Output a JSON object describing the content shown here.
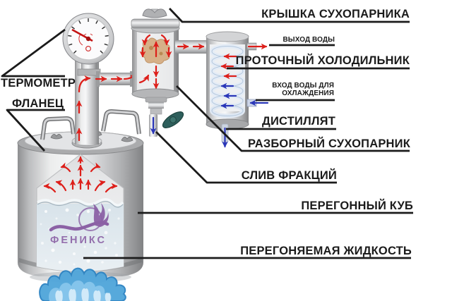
{
  "labels": {
    "lid_cap": "КРЫШКА СУХОПАРНИКА",
    "water_out": "ВЫХОД ВОДЫ",
    "flow_cooler": "ПРОТОЧНЫЙ ХОЛОДИЛЬНИК",
    "water_in_line1": "ВХОД ВОДЫ ДЛЯ",
    "water_in_line2": "ОХЛАЖДЕНИЯ",
    "distillate": "ДИСТИЛЛЯТ",
    "dry_steamer": "РАЗБОРНЫЙ СУХОПАРНИК",
    "fractions_drain": "СЛИВ ФРАКЦИЙ",
    "distillation_cube": "ПЕРЕГОННЫЙ КУБ",
    "distilled_liquid": "ПЕРЕГОНЯЕМАЯ ЖИДКОСТЬ",
    "thermometer": "ТЕРМОМЕТР",
    "flange": "ФЛАНЕЦ"
  },
  "brand_logo_text": "ФЕНИКС",
  "colors": {
    "label_text": "#1b1b1b",
    "pointer_line": "#1b1b1b",
    "vapor_arrow": "#dd1f1a",
    "water_arrow": "#2a36b8",
    "flame": "#4fa5da",
    "brand_purple": "#8b61a5",
    "valve_handle": "#2e5f5c"
  }
}
